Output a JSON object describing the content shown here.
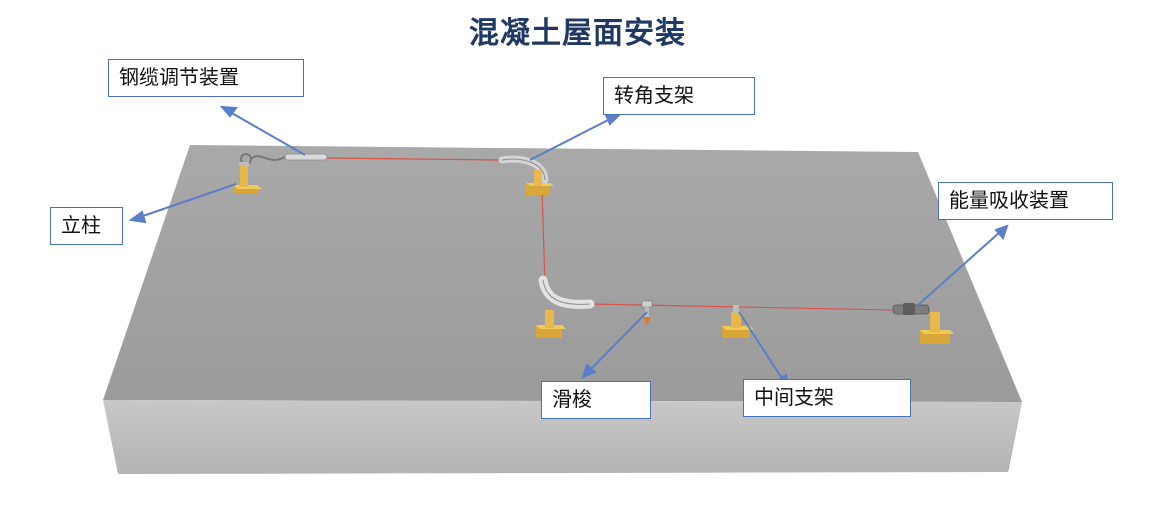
{
  "title": "混凝土屋面安装",
  "callouts": {
    "cable_adjuster": "钢缆调节装置",
    "corner_bracket": "转角支架",
    "post": "立柱",
    "energy_absorber": "能量吸收装置",
    "slider": "滑梭",
    "middle_bracket": "中间支架"
  },
  "colors": {
    "title": "#1f3864",
    "callout_border": "#4a72b8",
    "cable": "#d9534f",
    "post": "#e8b94a",
    "roof_top": "#a6a6a6"
  }
}
